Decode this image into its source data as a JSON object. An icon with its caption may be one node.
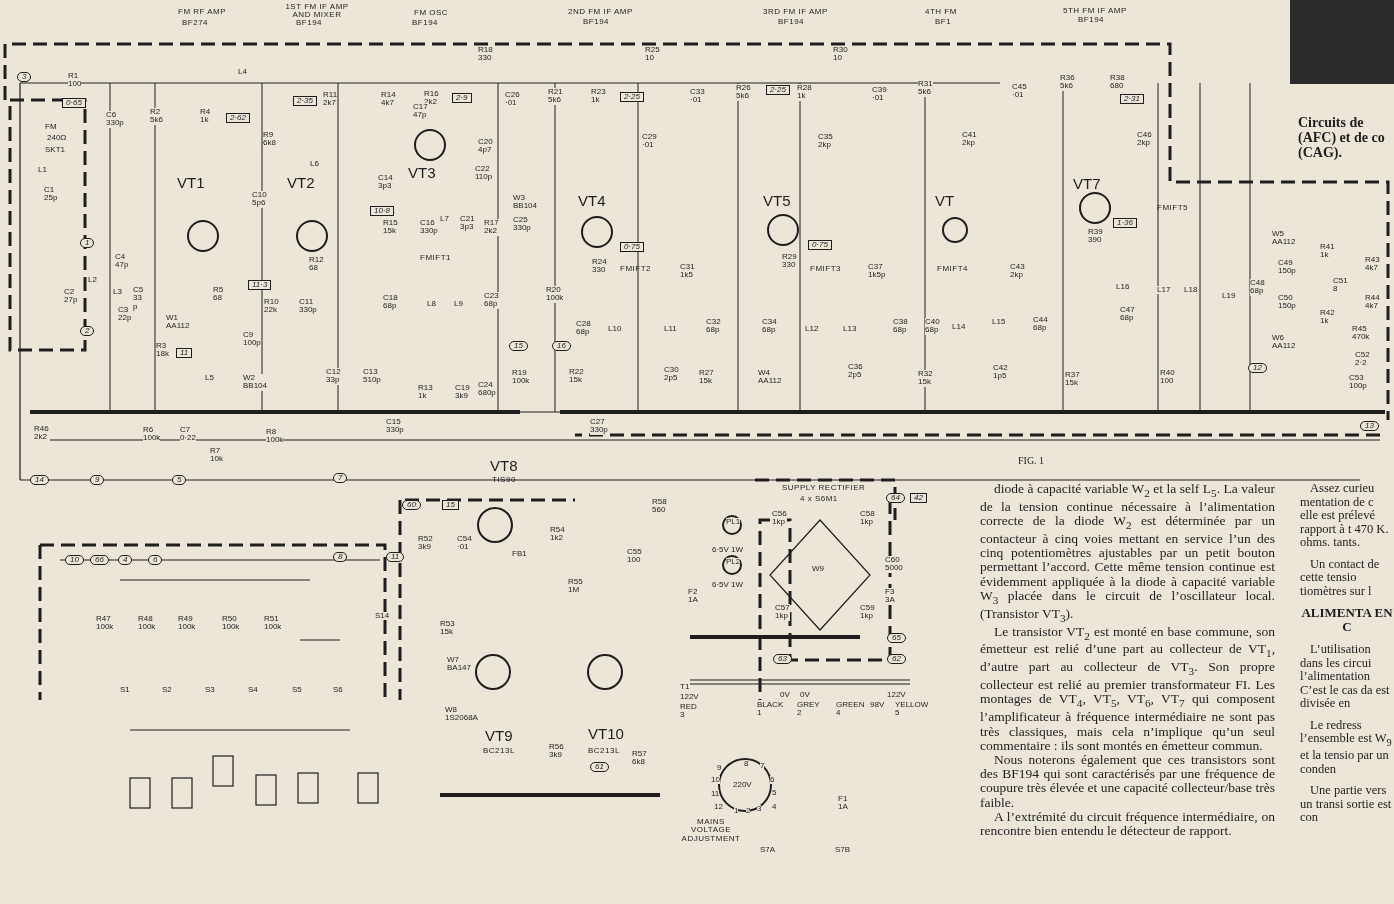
{
  "diagram": {
    "caption": "FIG. 1",
    "labels": [
      "FM RF AMP",
      "BF274",
      "1ST FM IF AMP AND MIXER",
      "BF194",
      "FM OSC",
      "BF194",
      "2ND FM IF AMP",
      "BF194",
      "3RD FM IF AMP",
      "BF194",
      "4TH FM",
      "BF1",
      "5TH FM IF AMP",
      "BF194",
      "3",
      "R1 100",
      "0·65",
      "L4",
      "C6 330p",
      "R2 5k6",
      "R4 1k",
      "2·62",
      "R11 2k7",
      "2·35",
      "R14 4k7",
      "R16 2k2",
      "2·9",
      "C17 47p",
      "R18 330",
      "C26 ·01",
      "R21 5k6",
      "R23 1k",
      "2·25",
      "R25 10",
      "C33 ·01",
      "R26 5k6",
      "2·25",
      "R28 1k",
      "R30 10",
      "C39 ·01",
      "R31 5k6",
      "C45 ·01",
      "R36 5k6",
      "R38 680",
      "2·31",
      "FM",
      "240Ω",
      "SKT1",
      "R9 6k8",
      "C20 4p7",
      "C29 ·01",
      "C35 2kp",
      "C41 2kp",
      "C46 2kp",
      "L6",
      "L1",
      "C22 110p",
      "C14 3p3",
      "VT3",
      "C1 25p",
      "C10 5p6",
      "VT1",
      "VT2",
      "W3 BB104",
      "VT4",
      "VT5",
      "VT",
      "VT7",
      "FMIFT5",
      "10·8",
      "R15 15k",
      "C16 330p",
      "L7",
      "C21 3p3",
      "R17 2k2",
      "C25 330p",
      "1·36",
      "R39 390",
      "W5 AA112",
      "R41 1k",
      "0·75",
      "0·75",
      "1",
      "FMIFT1",
      "C4 47p",
      "R12 68",
      "R24 330",
      "FMIFT2",
      "C31 1k5",
      "R29 330",
      "FMIFT3",
      "C37 1k5p",
      "FMIFT4",
      "C43 2kp",
      "C49 150p",
      "R43 4k7",
      "C2 27p",
      "L2",
      "L3",
      "C5 33 p",
      "R5 68",
      "11·3",
      "R10 22k",
      "C11 330p",
      "C18 68p",
      "L8",
      "L9",
      "C23 68p",
      "R20 100k",
      "C28 68p",
      "L10",
      "L11",
      "C32 68p",
      "C34 68p",
      "L12",
      "L13",
      "C38 68p",
      "C40 68p",
      "L14",
      "L15",
      "C44 68p",
      "L16",
      "L17",
      "L18",
      "L19",
      "C48 68p",
      "C51 8",
      "C47 68p",
      "C50 150p",
      "R42 1k",
      "R44 4k7",
      "C3 22p",
      "W1 AA112",
      "2",
      "C9 100p",
      "R3 18k",
      "11",
      "W6 AA112",
      "R45 470k",
      "15",
      "16",
      "C52 2·2",
      "C12 33p",
      "C13 510p",
      "C30 2p5",
      "C36 2p5",
      "C42 1p5",
      "L5",
      "W2 BB104",
      "R19 100k",
      "R22 15k",
      "R27 15k",
      "W4 AA112",
      "R32 15k",
      "R37 15k",
      "R40 100",
      "12",
      "C53 100p",
      "R13 1k",
      "C19 3k9",
      "C24 680p",
      "C15 330p",
      "C27 330p",
      "13",
      "R46 2k2",
      "R6 100k",
      "C7 0·22",
      "R8 100k",
      "R7 10k",
      "14",
      "9",
      "5",
      "7",
      "60",
      "15",
      "VT8",
      "TIS90",
      "SUPPLY RECTIFIER",
      "4 x S6M1",
      "64",
      "42",
      "R58 560",
      "C56 1kp",
      "C58 1kp",
      "PL1",
      "R54 1k2",
      "R52 3k9",
      "C54 ·01",
      "FB1",
      "6·5V 1W",
      "C55 100",
      "10",
      "66",
      "4",
      "6",
      "8",
      "11",
      "PL2",
      "W9",
      "C60 5000",
      "6·5V 1W",
      "R55 1M",
      "F2 1A",
      "F3 3A",
      "C57 1kp",
      "C59 1kp",
      "S14",
      "R47 100k",
      "R48 100k",
      "R49 100k",
      "R50 100k",
      "R51 100k",
      "R53 15k",
      "65",
      "63",
      "62",
      "W7 BA147",
      "T1",
      "122V",
      "RED 3",
      "0V",
      "BLACK 1",
      "0V",
      "GREY 2",
      "GREEN 4",
      "98V",
      "122V",
      "YELLOW 5",
      "S1",
      "S2",
      "S3",
      "S4",
      "S5",
      "S6",
      "W8 1S2068A",
      "VT9",
      "BC213L",
      "VT10",
      "BC213L",
      "R56 3k9",
      "R57 6k8",
      "61",
      "9",
      "8",
      "7",
      "10",
      "6",
      "220V",
      "11",
      "5",
      "12",
      "4",
      "1",
      "2",
      "3",
      "MAINS VOLTAGE ADJUSTMENT",
      "F1 1A",
      "S7A",
      "S7B",
      "diode à capacité variable W$_{2}$ et la self L$_{5}$. La valeur de la tension continue nécessaire à l’alimentation correcte de la diode W$_{2}$ est déterminée par un contacteur à cinq voies mettant en service l’un des cinq potentiomètres ajustables par un petit bouton permettant l’accord. Cette même tension continue est évidemment appliquée à la diode à capacité variable W$_{3}$ placée dans le circuit de l’oscillateur local. (Transistor VT$_{3}$).",
      "Le transistor VT$_{2}$ est monté en base commune, son émetteur est relié d’une part au collecteur de VT$_{1}$, d’autre part au collecteur de VT$_{3}$. Son propre collecteur est relié au premier transformateur FI. Les montages de VT$_{4}$, VT$_{5}$, VT$_{6}$, VT$_{7}$ qui composent l’amplificateur à fréquence intermédiaire ne sont pas très classiques, mais cela n’implique qu’un seul commentaire : ils sont montés en émetteur commun.",
      "Nous noterons également que ces transistors sont des BF194 qui sont caractérisés par une fréquence de coupure très élevée et une capacité collecteur/base très faible.",
      "A l’extrémité du circuit fréquence intermédiaire, on rencontre bien entendu le détecteur de rapport.",
      "Assez curieu mentation de c elle est prélevé rapport à t 470 K. ohms. tants.",
      "Un contact de cette tensio tiomètres sur l",
      "ALIMENTA EN C",
      "L’utilisation dans les circui l’alimentation C’est le cas da est divisée en",
      "Le redress l’ensemble est W$_{9}$ et la tensio par un conden",
      "Une partie vers un transi sortie est con",
      "Circuits de (AFC) et de co (CAG)."
    ]
  }
}
